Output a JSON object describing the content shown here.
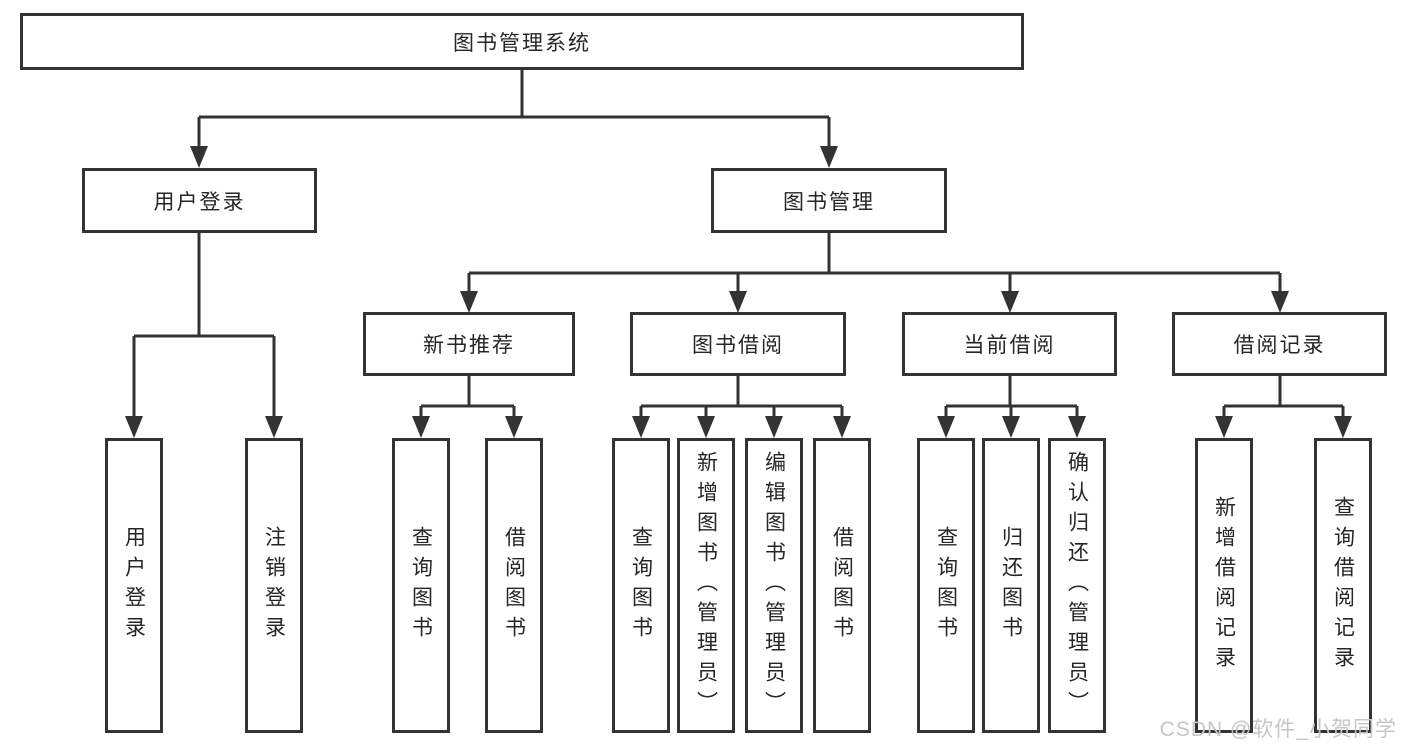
{
  "tree": {
    "root": "图书管理系统",
    "children": [
      {
        "label": "用户登录",
        "children": [
          {
            "label": "用户登录"
          },
          {
            "label": "注销登录"
          }
        ]
      },
      {
        "label": "图书管理",
        "children": [
          {
            "label": "新书推荐",
            "children": [
              {
                "label": "查询图书"
              },
              {
                "label": "借阅图书"
              }
            ]
          },
          {
            "label": "图书借阅",
            "children": [
              {
                "label": "查询图书"
              },
              {
                "label": "新增图书（管理员）"
              },
              {
                "label": "编辑图书（管理员）"
              },
              {
                "label": "借阅图书"
              }
            ]
          },
          {
            "label": "当前借阅",
            "children": [
              {
                "label": "查询图书"
              },
              {
                "label": "归还图书"
              },
              {
                "label": "确认归还（管理员）"
              }
            ]
          },
          {
            "label": "借阅记录",
            "children": [
              {
                "label": "新增借阅记录"
              },
              {
                "label": "查询借阅记录"
              }
            ]
          }
        ]
      }
    ]
  },
  "watermark": {
    "text": "CSDN @软件_小贺同学"
  },
  "colors": {
    "line": "#333333",
    "text": "#262626",
    "watermark": "#c6c6c6",
    "background": "#ffffff"
  }
}
